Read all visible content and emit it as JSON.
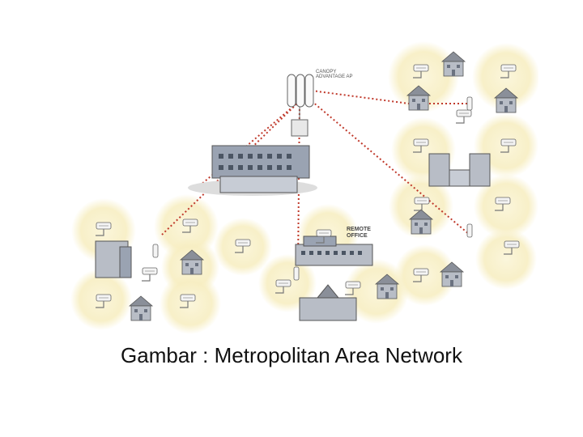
{
  "diagram": {
    "labels": {
      "tower": "CANOPY\nADVANTAGE AP",
      "remote_office": "REMOTE\nOFFICE"
    },
    "colors": {
      "link": "#c0392b",
      "glow": "#f7eec2",
      "building": "#aeb4bf"
    }
  },
  "caption": "Gambar : Metropolitan Area Network"
}
